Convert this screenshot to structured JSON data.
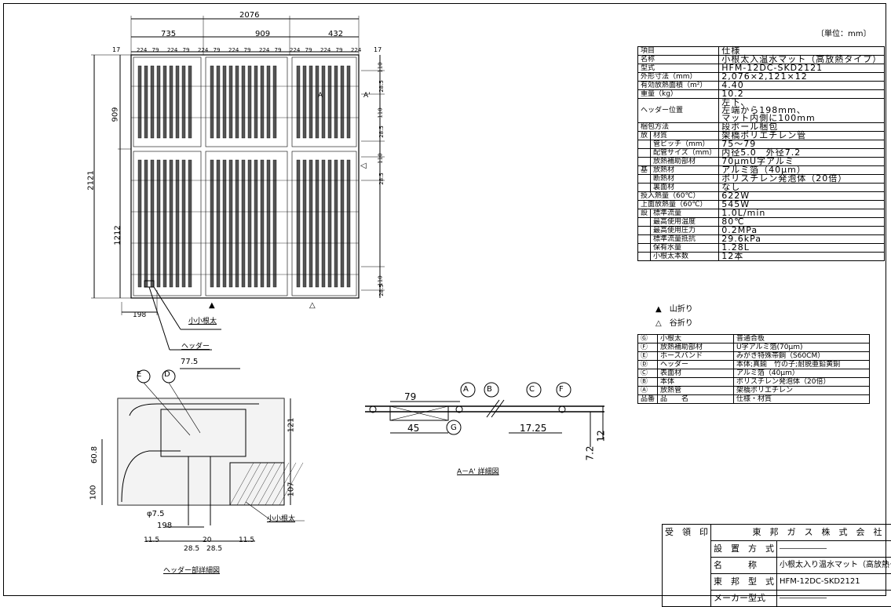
{
  "unit_note": "〔単位：mm〕",
  "top_dims": {
    "total": "2076",
    "seg1": "735",
    "seg2": "909",
    "seg3": "432",
    "edge_left": "17",
    "edge_right": "17",
    "pitches": [
      "224",
      "79",
      "224",
      "79",
      "224",
      "79",
      "224",
      "79",
      "224",
      "79",
      "224",
      "79",
      "224",
      "79",
      "224"
    ]
  },
  "left_dims": {
    "total": "2121",
    "upper": "909",
    "lower": "1212"
  },
  "right_dims": [
    "110",
    "28.5",
    "110",
    "28.5",
    "110",
    "28.5",
    "28.5",
    "110"
  ],
  "bottom_dims": {
    "left": "198"
  },
  "section_mark": {
    "a": "A",
    "a_prime": "A'"
  },
  "labels": {
    "konetai": "小小根太",
    "header": "ヘッダー",
    "header_detail": "ヘッダー部詳細図",
    "aa_detail": "A－A' 詳細図",
    "konetai2": "小小根太"
  },
  "fold_legend": [
    {
      "symbol": "▲",
      "label": "山折り"
    },
    {
      "symbol": "△",
      "label": "谷折り"
    }
  ],
  "spec_table": [
    {
      "k": "項目",
      "v": "仕様"
    },
    {
      "k": "名称",
      "v": "小根太入温水マット（高放熱タイプ）"
    },
    {
      "k": "型式",
      "v": "HFM-12DC-SKD2121"
    },
    {
      "k": "外形寸法（mm）",
      "v": "2,076×2,121×12"
    },
    {
      "k": "有効放熱面積（m²）",
      "v": "4.40"
    },
    {
      "k": "重量（kg）",
      "v": "10.2"
    },
    {
      "k": "ヘッダー位置",
      "v": "左下、\n左端から198mm、\nマット内側に100mm"
    },
    {
      "k": "梱包方法",
      "v": "段ボール梱包"
    },
    {
      "g": "放熱管",
      "k": "材質",
      "v": "架橋ポリエチレン管"
    },
    {
      "g": "",
      "k": "管ピッチ（mm）",
      "v": "75～79"
    },
    {
      "g": "",
      "k": "配管サイズ（mm）",
      "v": "内径5.0　外径7.2"
    },
    {
      "g": "",
      "k": "放熱補助部材",
      "v": "70μmU字アルミ"
    },
    {
      "g": "基材",
      "k": "放熱材",
      "v": "アルミ箔（40μm）"
    },
    {
      "g": "",
      "k": "断熱材",
      "v": "ポリスチレン発泡体（20倍）"
    },
    {
      "g": "",
      "k": "裏面材",
      "v": "なし"
    },
    {
      "k": "投入熱量（60℃）",
      "v": "622W"
    },
    {
      "k": "上面放熱量（60℃）",
      "v": "545W"
    },
    {
      "g": "設計関係",
      "k": "標準流量",
      "v": "1.0L/min"
    },
    {
      "g": "",
      "k": "最高使用温度",
      "v": "80℃"
    },
    {
      "g": "",
      "k": "最高使用圧力",
      "v": "0.2MPa"
    },
    {
      "g": "",
      "k": "標準流量抵抗",
      "v": "29.6kPa"
    },
    {
      "g": "",
      "k": "保有水量",
      "v": "1.28L"
    },
    {
      "g": "",
      "k": "小根太本数",
      "v": "12本"
    }
  ],
  "parts_table": [
    {
      "sym": "Ⓖ",
      "name": "小根太",
      "mat": "普通合板"
    },
    {
      "sym": "Ⓕ",
      "name": "放熱補助部材",
      "mat": "U字アルミ箔(70μm)"
    },
    {
      "sym": "Ⓔ",
      "name": "ホースバンド",
      "mat": "みがき特殊帯鋼（S60CM）"
    },
    {
      "sym": "Ⓓ",
      "name": "ヘッダー",
      "mat": "本体;真鍮　竹の子;耐脱亜鉛黄銅"
    },
    {
      "sym": "Ⓒ",
      "name": "表面材",
      "mat": "アルミ箔（40μm）"
    },
    {
      "sym": "Ⓑ",
      "name": "本体",
      "mat": "ポリスチレン発泡体（20倍）"
    },
    {
      "sym": "Ⓐ",
      "name": "放熱管",
      "mat": "架橋ポリエチレン"
    },
    {
      "sym": "品番",
      "name": "品　　名",
      "mat": "仕様・材質"
    }
  ],
  "header_detail_dims": {
    "w": "77.5",
    "h121": "121",
    "h60": "60.8",
    "h100": "100",
    "h107": "107",
    "phi": "φ7.5",
    "d198": "198",
    "b115a": "11.5",
    "b20": "20",
    "b285a": "28.5",
    "b285b": "28.5",
    "b115b": "11.5"
  },
  "callouts_header": [
    "E",
    "D"
  ],
  "aa_dims": {
    "d79": "79",
    "d45": "45",
    "d1725": "17.25",
    "d72": "7.2",
    "d12": "12"
  },
  "callouts_aa": [
    "A",
    "B",
    "C",
    "F",
    "G"
  ],
  "title_block": {
    "receipt": "受　領　印",
    "company": "東　邦　ガ　ス　株　式　会　社",
    "rows": [
      {
        "k": "設　置　方　式",
        "v": "――――――"
      },
      {
        "k": "名　　　称",
        "v": "小根太入り温水マット（高放熱タイプ）"
      },
      {
        "k": "東　邦　型　式",
        "v": "HFM-12DC-SKD2121"
      },
      {
        "k": "メーカー型式",
        "v": "――――――"
      }
    ]
  }
}
